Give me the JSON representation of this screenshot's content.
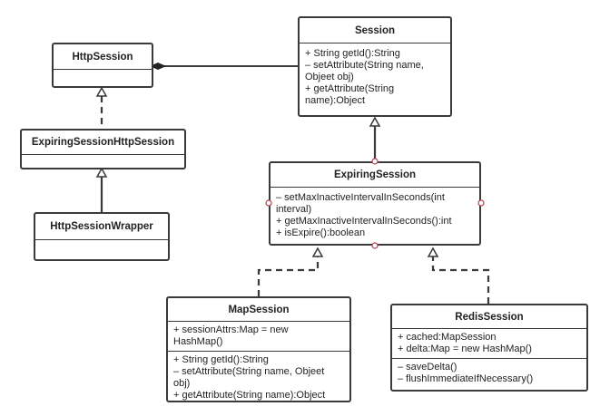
{
  "classes": {
    "http_session": {
      "name": "HttpSession",
      "attributes": [],
      "operations": []
    },
    "expiring_session_http_session": {
      "name": "ExpiringSessionHttpSession",
      "attributes": [],
      "operations": []
    },
    "http_session_wrapper": {
      "name": "HttpSessionWrapper",
      "attributes": [],
      "operations": []
    },
    "session": {
      "name": "Session",
      "operations": [
        "+ String getId():String",
        "– setAttribute(String name,",
        "Objeet obj)",
        "+ getAttribute(String",
        "name):Object"
      ]
    },
    "expiring_session": {
      "name": "ExpiringSession",
      "operations": [
        "– setMaxInactiveIntervalInSeconds(int",
        "interval)",
        "+ getMaxInactiveIntervalInSeconds():int",
        "+ isExpire():boolean"
      ]
    },
    "map_session": {
      "name": "MapSession",
      "attributes": [
        "+ sessionAttrs:Map = new",
        "HashMap()"
      ],
      "operations": [
        "+ String getId():String",
        "– setAttribute(String name, Objeet",
        "obj)",
        "+ getAttribute(String name):Object"
      ]
    },
    "redis_session": {
      "name": "RedisSession",
      "attributes": [
        "+ cached:MapSession",
        "+ delta:Map = new HashMap()"
      ],
      "operations": [
        "– saveDelta()",
        "– flushImmediateIfNecessary()"
      ]
    }
  },
  "relationships": [
    {
      "type": "composition",
      "from": "HttpSession",
      "to": "Session"
    },
    {
      "type": "realization",
      "from": "ExpiringSessionHttpSession",
      "to": "HttpSession"
    },
    {
      "type": "inheritance",
      "from": "HttpSessionWrapper",
      "to": "ExpiringSessionHttpSession"
    },
    {
      "type": "inheritance",
      "from": "ExpiringSession",
      "to": "Session"
    },
    {
      "type": "realization",
      "from": "MapSession",
      "to": "ExpiringSession"
    },
    {
      "type": "realization",
      "from": "RedisSession",
      "to": "ExpiringSession"
    }
  ],
  "colors": {
    "stroke": "#3a3a3a",
    "port": "#b04050",
    "background": "#ffffff"
  }
}
